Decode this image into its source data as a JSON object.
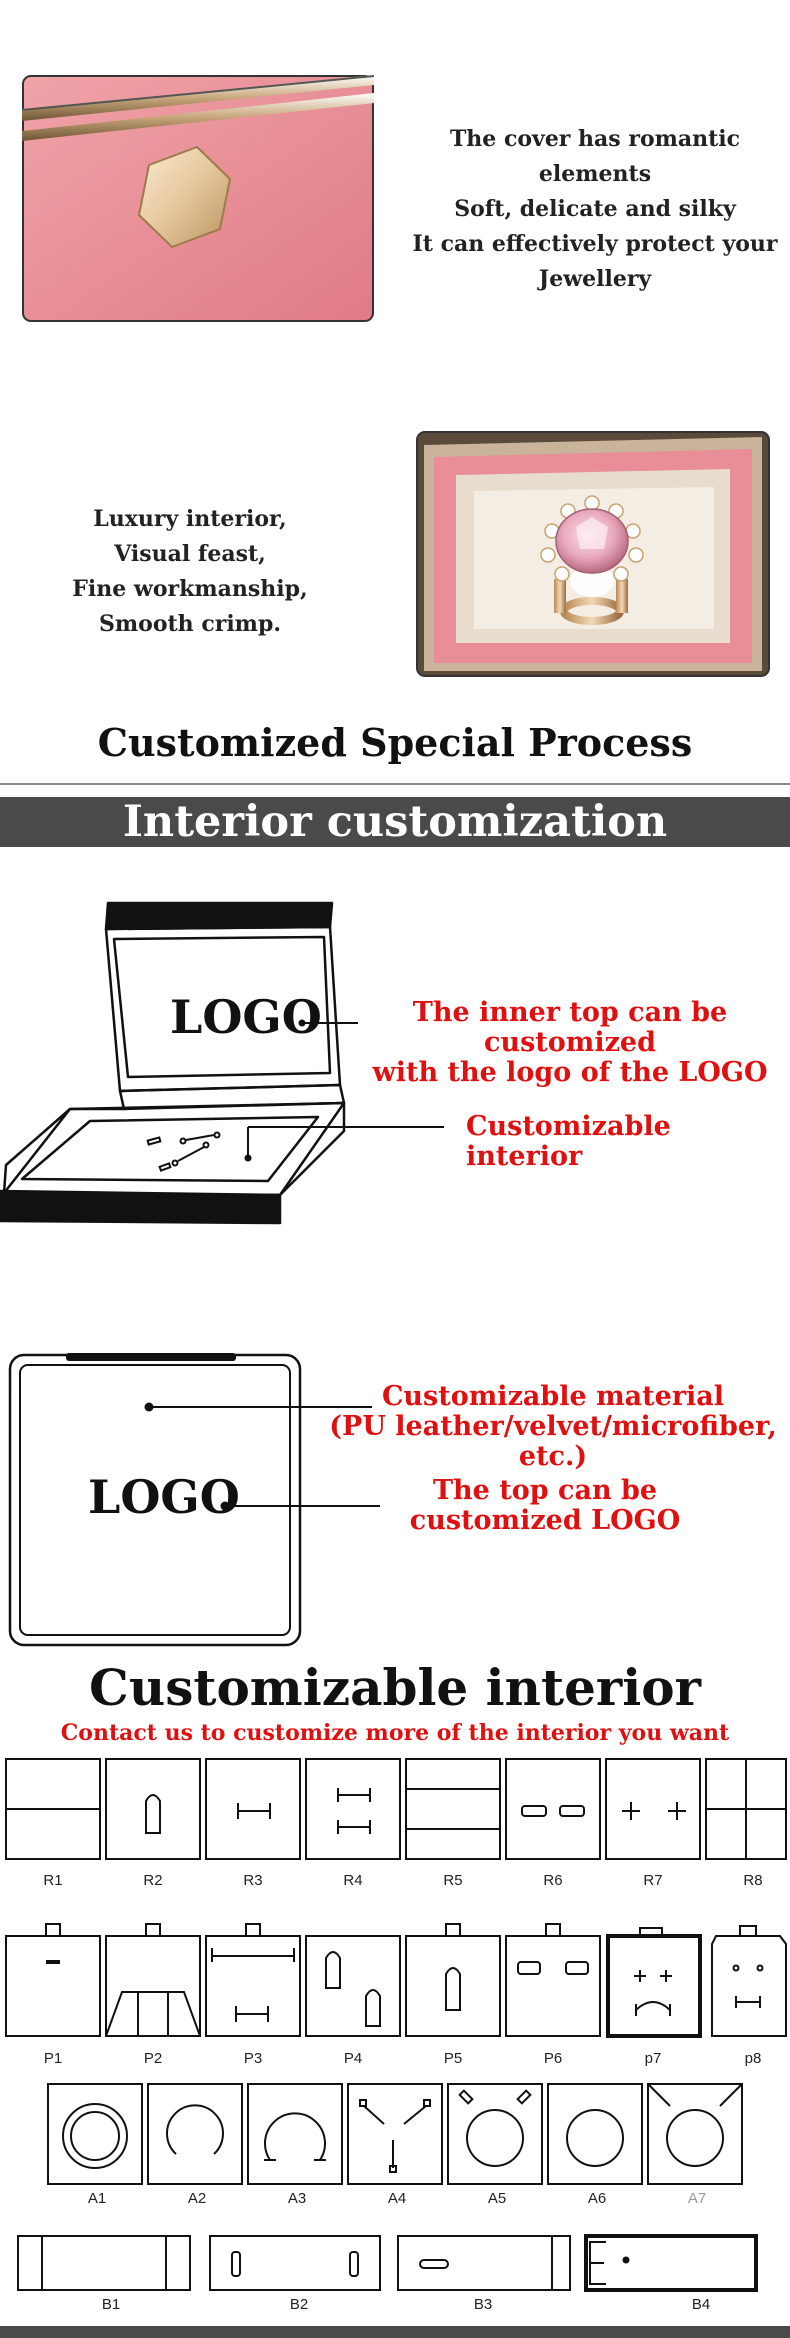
{
  "section1": {
    "lines": [
      "The cover has romantic elements",
      "Soft, delicate and silky",
      "It can effectively protect your",
      "Jewellery"
    ]
  },
  "section2": {
    "lines": [
      "Luxury interior,",
      "Visual feast,",
      "Fine workmanship,",
      "Smooth crimp."
    ]
  },
  "process_title": "Customized Special Process",
  "banner_title": "Interior customization",
  "diagram1": {
    "logo": "LOGO",
    "inner_top_caption": [
      "The inner top can be customized",
      "with the logo of the LOGO"
    ],
    "interior_caption": "Customizable interior"
  },
  "diagram2": {
    "logo": "LOGO",
    "material_caption": [
      "Customizable material",
      "(PU leather/velvet/microfiber, etc.)"
    ],
    "top_caption": [
      "The top can be",
      "customized LOGO"
    ]
  },
  "interior_title": "Customizable interior",
  "interior_subtitle": "Contact us to customize more of the interior you want",
  "row_r": [
    "R1",
    "R2",
    "R3",
    "R4",
    "R5",
    "R6",
    "R7",
    "R8"
  ],
  "row_p": [
    "P1",
    "P2",
    "P3",
    "P4",
    "P5",
    "P6",
    "p7",
    "p8"
  ],
  "row_a": [
    "A1",
    "A2",
    "A3",
    "A4",
    "A5",
    "A6",
    "A7"
  ],
  "row_b": [
    "B1",
    "B2",
    "B3",
    "B4"
  ],
  "colors": {
    "accent_red": "#e01010",
    "banner_gray": "#4a4a4a",
    "pink": "#e68c94",
    "gold": "#d8b98a"
  }
}
